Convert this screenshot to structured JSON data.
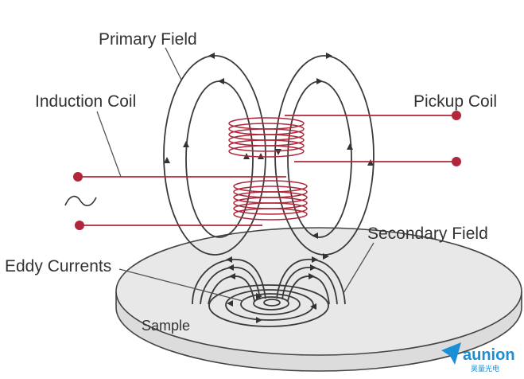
{
  "labels": {
    "primary_field": "Primary Field",
    "induction_coil": "Induction Coil",
    "pickup_coil": "Pickup Coil",
    "secondary_field": "Secondary Field",
    "eddy_currents": "Eddy Currents",
    "sample": "Sample"
  },
  "logo": {
    "name": "aunion",
    "subtitle": "昊量光电"
  },
  "colors": {
    "coil": "#b0263a",
    "field_lines": "#3a3a3a",
    "sample_fill": "#e8e8e8",
    "logo_blue": "#1b8fd6"
  },
  "icons": {
    "ac_source": "sine-wave-icon",
    "logo": "paper-plane-icon"
  }
}
